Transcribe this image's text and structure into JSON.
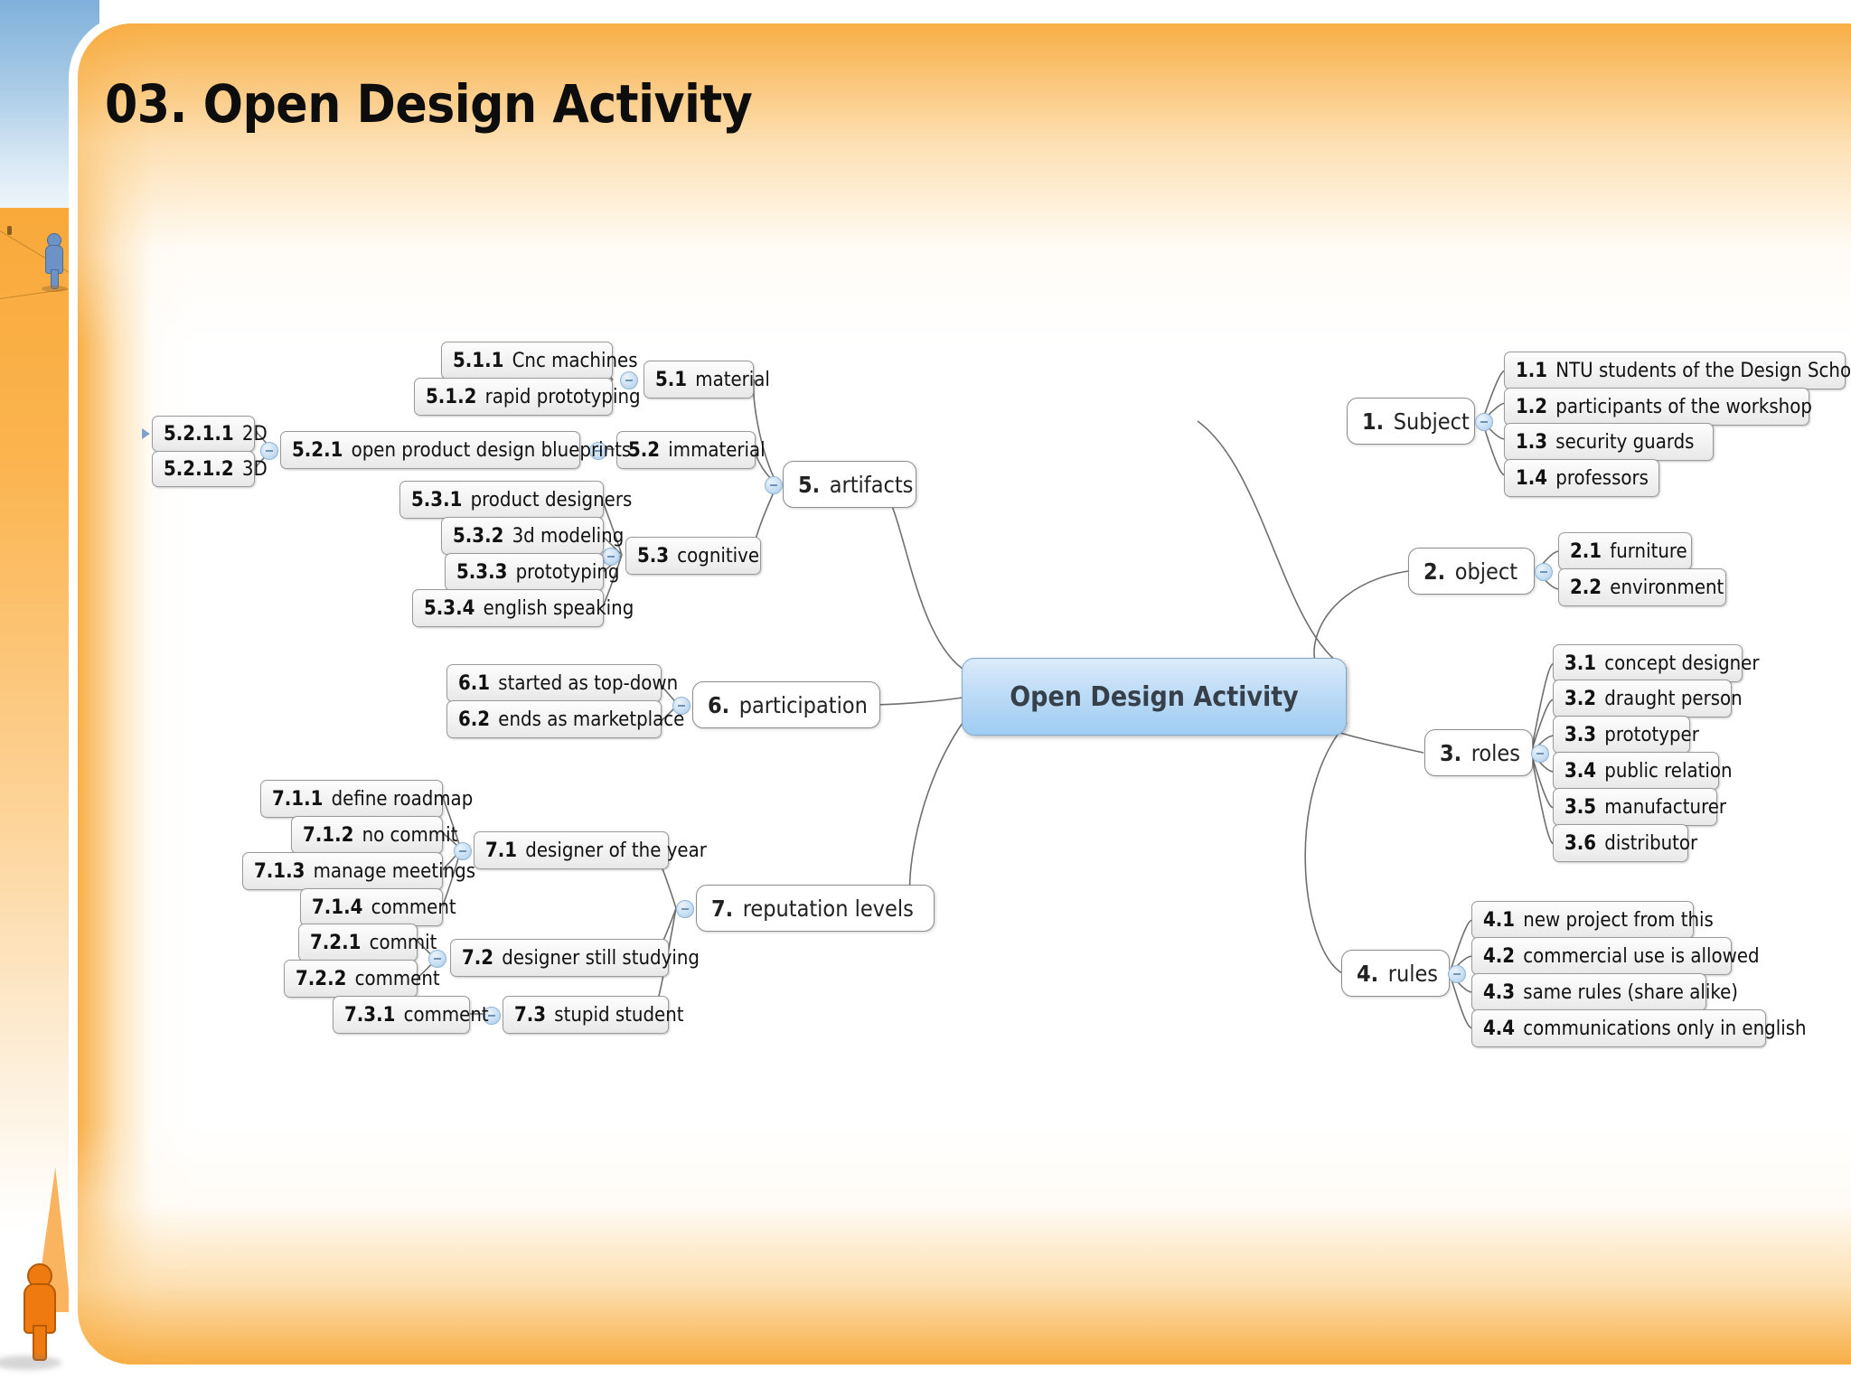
{
  "slide": {
    "title": "03. Open Design Activity",
    "accent_orange": "#f7aa3c",
    "accent_blue": "#9fccf2",
    "node_border": "#9a9a9a"
  },
  "mindmap": {
    "root": {
      "label": "Open Design Activity"
    },
    "branches": [
      {
        "id": "1",
        "num": "1.",
        "label": "Subject",
        "side": "right",
        "children": [
          {
            "num": "1.1",
            "label": "NTU students of the Design School"
          },
          {
            "num": "1.2",
            "label": "participants of the workshop"
          },
          {
            "num": "1.3",
            "label": "security guards"
          },
          {
            "num": "1.4",
            "label": "professors"
          }
        ]
      },
      {
        "id": "2",
        "num": "2.",
        "label": "object",
        "side": "right",
        "children": [
          {
            "num": "2.1",
            "label": "furniture"
          },
          {
            "num": "2.2",
            "label": "environment"
          }
        ]
      },
      {
        "id": "3",
        "num": "3.",
        "label": "roles",
        "side": "right",
        "children": [
          {
            "num": "3.1",
            "label": "concept designer"
          },
          {
            "num": "3.2",
            "label": "draught person"
          },
          {
            "num": "3.3",
            "label": "prototyper"
          },
          {
            "num": "3.4",
            "label": "public relation"
          },
          {
            "num": "3.5",
            "label": "manufacturer"
          },
          {
            "num": "3.6",
            "label": "distributor"
          }
        ]
      },
      {
        "id": "4",
        "num": "4.",
        "label": "rules",
        "side": "right",
        "children": [
          {
            "num": "4.1",
            "label": "new project from this"
          },
          {
            "num": "4.2",
            "label": "commercial use is allowed"
          },
          {
            "num": "4.3",
            "label": "same rules (share alike)"
          },
          {
            "num": "4.4",
            "label": "communications only in english"
          }
        ]
      },
      {
        "id": "5",
        "num": "5.",
        "label": "artifacts",
        "side": "left",
        "children": [
          {
            "num": "5.1",
            "label": "material",
            "children": [
              {
                "num": "5.1.1",
                "label": "Cnc machines"
              },
              {
                "num": "5.1.2",
                "label": "rapid prototyping"
              }
            ]
          },
          {
            "num": "5.2",
            "label": "immaterial",
            "children": [
              {
                "num": "5.2.1",
                "label": "open product design blueprints",
                "children": [
                  {
                    "num": "5.2.1.1",
                    "label": "2D"
                  },
                  {
                    "num": "5.2.1.2",
                    "label": "3D"
                  }
                ]
              }
            ]
          },
          {
            "num": "5.3",
            "label": "cognitive",
            "children": [
              {
                "num": "5.3.1",
                "label": "product designers"
              },
              {
                "num": "5.3.2",
                "label": "3d modeling"
              },
              {
                "num": "5.3.3",
                "label": "prototyping"
              },
              {
                "num": "5.3.4",
                "label": "english speaking"
              }
            ]
          }
        ]
      },
      {
        "id": "6",
        "num": "6.",
        "label": "participation",
        "side": "left",
        "children": [
          {
            "num": "6.1",
            "label": "started as top-down"
          },
          {
            "num": "6.2",
            "label": "ends as marketplace"
          }
        ]
      },
      {
        "id": "7",
        "num": "7.",
        "label": "reputation levels",
        "side": "left",
        "children": [
          {
            "num": "7.1",
            "label": "designer of the year",
            "children": [
              {
                "num": "7.1.1",
                "label": "define roadmap"
              },
              {
                "num": "7.1.2",
                "label": "no commit"
              },
              {
                "num": "7.1.3",
                "label": "manage meetings"
              },
              {
                "num": "7.1.4",
                "label": "comment"
              }
            ]
          },
          {
            "num": "7.2",
            "label": "designer still studying",
            "children": [
              {
                "num": "7.2.1",
                "label": "commit"
              },
              {
                "num": "7.2.2",
                "label": "comment"
              }
            ]
          },
          {
            "num": "7.3",
            "label": "stupid student",
            "children": [
              {
                "num": "7.3.1",
                "label": "comment"
              }
            ]
          }
        ]
      }
    ]
  }
}
